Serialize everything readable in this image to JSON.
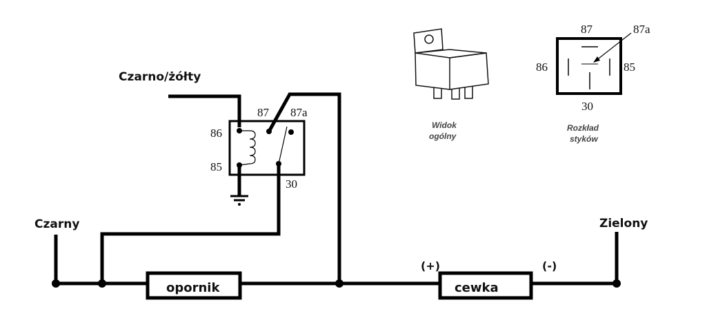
{
  "labels": {
    "czarno_zolty": "Czarno/żółty",
    "czarny": "Czarny",
    "zielony": "Zielony",
    "resistor": "opornik",
    "coil": "cewka",
    "plus": "(+)",
    "minus": "(-)"
  },
  "relay_pins": {
    "p86": "86",
    "p85": "85",
    "p87": "87",
    "p87a": "87a",
    "p30": "30"
  },
  "pinout": {
    "p87": "87",
    "p87a": "87a",
    "p86": "86",
    "p85": "85",
    "p30": "30",
    "caption_line1": "Rozkład",
    "caption_line2": "styków"
  },
  "relay_view": {
    "caption_line1": "Widok",
    "caption_line2": "ogólny"
  }
}
